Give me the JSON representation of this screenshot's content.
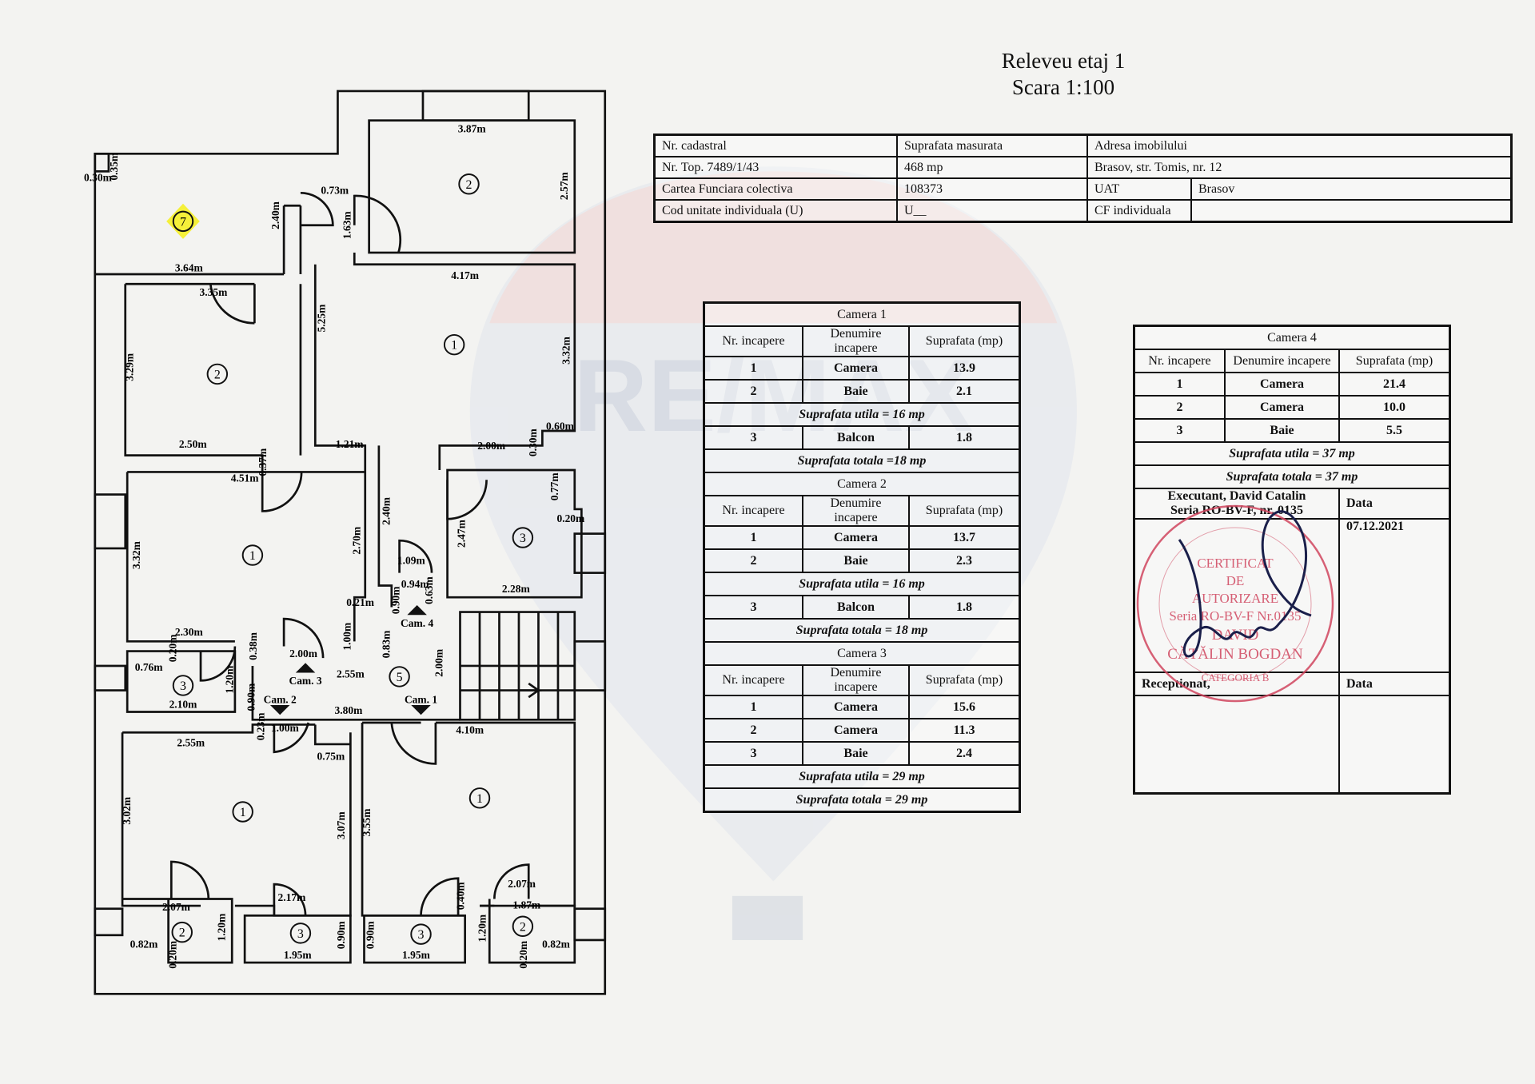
{
  "header": {
    "title": "Releveu etaj 1",
    "scale": "Scara 1:100"
  },
  "info_table": {
    "rows": [
      [
        "Nr. cadastral",
        "Suprafata masurata",
        "Adresa imobilului",
        ""
      ],
      [
        "Nr. Top. 7489/1/43",
        "468 mp",
        "Brasov, str. Tomis, nr. 12",
        ""
      ],
      [
        "Cartea Funciara colectiva",
        "108373",
        "UAT",
        "Brasov"
      ],
      [
        "Cod unitate individuala (U)",
        "U__",
        "CF individuala",
        ""
      ]
    ]
  },
  "headers": {
    "nr": "Nr. incapere",
    "name": "Denumire incapere",
    "area": "Suprafata (mp)"
  },
  "camera1": {
    "title": "Camera 1",
    "rows": [
      [
        "1",
        "Camera",
        "13.9"
      ],
      [
        "2",
        "Baie",
        "2.1"
      ]
    ],
    "utila": "Suprafata utila = 16 mp",
    "extra": [
      "3",
      "Balcon",
      "1.8"
    ],
    "totala": "Suprafata totala =18 mp"
  },
  "camera2": {
    "title": "Camera 2",
    "rows": [
      [
        "1",
        "Camera",
        "13.7"
      ],
      [
        "2",
        "Baie",
        "2.3"
      ]
    ],
    "utila": "Suprafata utila = 16 mp",
    "extra": [
      "3",
      "Balcon",
      "1.8"
    ],
    "totala": "Suprafata totala = 18 mp"
  },
  "camera3": {
    "title": "Camera 3",
    "rows": [
      [
        "1",
        "Camera",
        "15.6"
      ],
      [
        "2",
        "Camera",
        "11.3"
      ],
      [
        "3",
        "Baie",
        "2.4"
      ]
    ],
    "utila": "Suprafata utila = 29 mp",
    "totala": "Suprafata totala = 29 mp"
  },
  "camera4": {
    "title": "Camera 4",
    "rows": [
      [
        "1",
        "Camera",
        "21.4"
      ],
      [
        "2",
        "Camera",
        "10.0"
      ],
      [
        "3",
        "Baie",
        "5.5"
      ]
    ],
    "utila": "Suprafata utila = 37 mp",
    "totala": "Suprafata totala = 37 mp",
    "executant_line1": "Executant, David Catalin",
    "executant_line2": "Seria RO-BV-F, nr. 0135",
    "data_label": "Data",
    "date": "07.12.2021",
    "receptionat": "Receptionat,",
    "data_label2": "Data"
  },
  "stamp": {
    "text": "CERTIFICAT DE AUTORIZARE Seria RO-BV-F Nr. 0135 DAVID CATALIN BOGDAN CATEGORIA B"
  },
  "watermark": {
    "text": "RE/MAX"
  },
  "plan": {
    "dimensions": [
      "0.35m",
      "0.30m",
      "3.87m",
      "2.57m",
      "0.73m",
      "2.40m",
      "1.63m",
      "3.64m",
      "3.35m",
      "4.17m",
      "5.25m",
      "3.32m",
      "3.29m",
      "2.50m",
      "1.21m",
      "2.00m",
      "0.30m",
      "0.60m",
      "0.37m",
      "4.51m",
      "0.77m",
      "0.20m",
      "2.47m",
      "2.40m",
      "2.70m",
      "3.32m",
      "1.09m",
      "0.94m",
      "0.90m",
      "0.63m",
      "0.21m",
      "2.28m",
      "1.00m",
      "0.83m",
      "2.30m",
      "0.20m",
      "0.38m",
      "2.00m",
      "2.55m",
      "2.00m",
      "0.76m",
      "1.20m",
      "2.10m",
      "0.90m",
      "3.80m",
      "0.23m",
      "1.00m",
      "2.55m",
      "0.75m",
      "4.10m",
      "3.02m",
      "3.07m",
      "3.55m",
      "2.17m",
      "2.07m",
      "1.20m",
      "0.82m",
      "0.20m",
      "1.95m",
      "0.90m",
      "0.90m",
      "1.95m",
      "0.40m",
      "2.07m",
      "1.87m",
      "1.20m",
      "0.82m",
      "0.20m"
    ],
    "cams": [
      "Cam. 4",
      "Cam. 3",
      "Cam. 2",
      "Cam. 1"
    ],
    "rooms": [
      "7",
      "2",
      "1",
      "2",
      "1",
      "3",
      "3",
      "5",
      "1",
      "1",
      "2",
      "3",
      "3",
      "2"
    ],
    "highlight_color": "#f5f03a"
  }
}
